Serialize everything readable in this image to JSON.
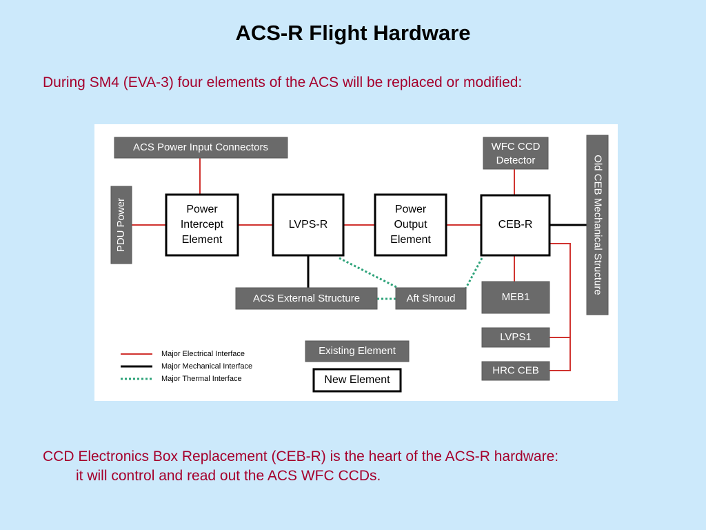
{
  "slide": {
    "title": "ACS-R Flight Hardware",
    "intro": "During SM4 (EVA-3) four elements of the ACS will be replaced or modified:",
    "summary_line1": "CCD Electronics Box Replacement (CEB-R) is the heart of the ACS-R hardware:",
    "summary_line2": "it will control and read out the ACS WFC CCDs."
  },
  "diagram": {
    "existing_elements": {
      "acs_power_input_connectors": "ACS Power Input Connectors",
      "pdu_power": "PDU Power",
      "wfc_ccd_detector_line1": "WFC CCD",
      "wfc_ccd_detector_line2": "Detector",
      "old_ceb_mechanical_structure": "Old CEB Mechanical Structure",
      "acs_external_structure": "ACS External Structure",
      "aft_shroud": "Aft Shroud",
      "meb1": "MEB1",
      "lvps1": "LVPS1",
      "hrc_ceb": "HRC CEB"
    },
    "new_elements": {
      "power_intercept_line1": "Power",
      "power_intercept_line2": "Intercept",
      "power_intercept_line3": "Element",
      "lvps_r": "LVPS-R",
      "power_output_line1": "Power",
      "power_output_line2": "Output",
      "power_output_line3": "Element",
      "ceb_r": "CEB-R"
    },
    "legend": {
      "electrical": "Major Electrical Interface",
      "mechanical": "Major Mechanical Interface",
      "thermal": "Major Thermal Interface",
      "existing_element": "Existing Element",
      "new_element": "New Element"
    },
    "colors": {
      "electrical": "#d0332f",
      "mechanical": "#000000",
      "thermal": "#2ea37a",
      "existing_fill": "#6a6a6a",
      "background": "#cce9fb",
      "text_accent": "#a5002c"
    }
  }
}
